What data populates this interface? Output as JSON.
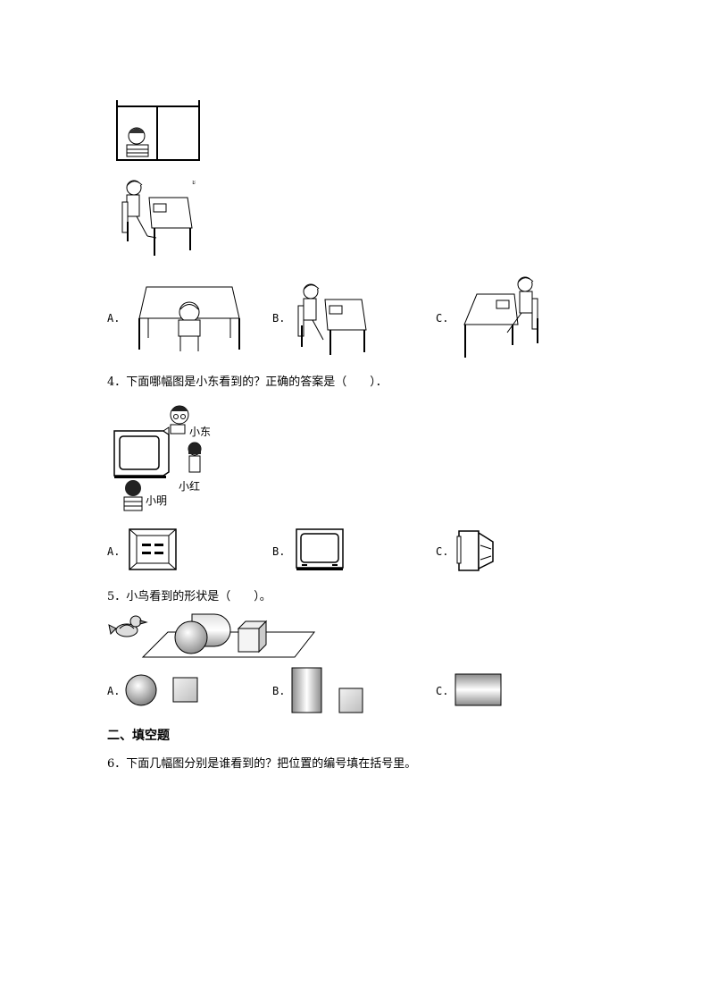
{
  "q3": {
    "options": [
      "A.",
      "B.",
      "C."
    ]
  },
  "q4": {
    "text": "4．下面哪幅图是小东看到的？正确的答案是（　　）．",
    "labels": {
      "xiaodong": "小东",
      "xiaohong": "小红",
      "xiaoming": "小明"
    },
    "options": [
      "A.",
      "B.",
      "C."
    ]
  },
  "q5": {
    "text": "5．小鸟看到的形状是（　　）。",
    "options": [
      "A.",
      "B.",
      "C."
    ]
  },
  "section2": {
    "title": "二、填空题"
  },
  "q6": {
    "text": "6．下面几幅图分别是谁看到的？把位置的编号填在括号里。"
  }
}
